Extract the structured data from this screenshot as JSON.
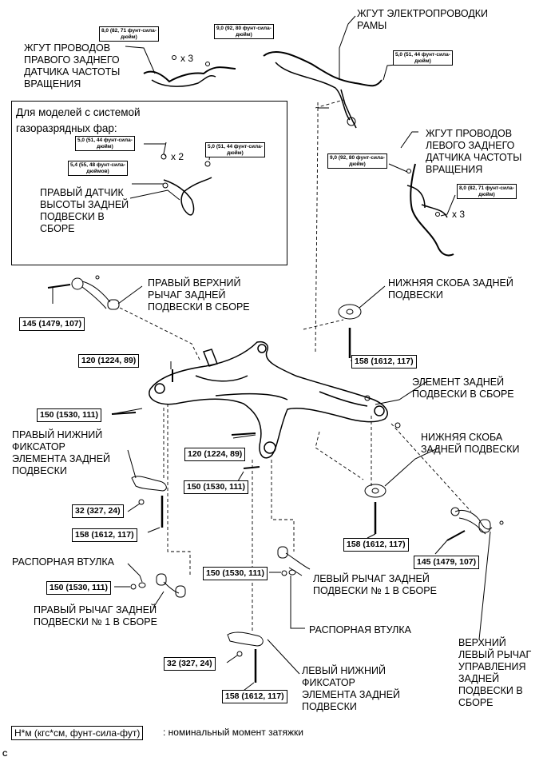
{
  "labels": {
    "frame_harness": "ЖГУТ ЭЛЕКТРОПРОВОДКИ\nРАМЫ",
    "right_speed_sensor_harness": "ЖГУТ ПРОВОДОВ\nПРАВОГО ЗАДНЕГО\nДАТЧИКА ЧАСТОТЫ\nВРАЩЕНИЯ",
    "left_speed_sensor_harness": "ЖГУТ ПРОВОДОВ\nЛЕВОГО ЗАДНЕГО\nДАТЧИКА ЧАСТОТЫ\nВРАЩЕНИЯ",
    "inset_title": "Для моделей с системой\nгазоразрядных фар:",
    "height_sensor": "ПРАВЫЙ ДАТЧИК\nВЫСОТЫ ЗАДНЕЙ\nПОДВЕСКИ В\nСБОРЕ",
    "right_upper_arm": "ПРАВЫЙ ВЕРХНИЙ\nРЫЧАГ ЗАДНЕЙ\nПОДВЕСКИ В СБОРЕ",
    "lower_bracket_1": "НИЖНЯЯ СКОБА ЗАДНЕЙ\nПОДВЕСКИ",
    "member": "ЭЛЕМЕНТ ЗАДНЕЙ\nПОДВЕСКИ В СБОРЕ",
    "lower_bracket_2": "НИЖНЯЯ СКОБА\nЗАДНЕЙ ПОДВЕСКИ",
    "right_lower_stopper": "ПРАВЫЙ НИЖНИЙ\nФИКСАТОР\nЭЛЕМЕНТА ЗАДНЕЙ\nПОДВЕСКИ",
    "spacer_1": "РАСПОРНАЯ ВТУЛКА",
    "right_arm_no1": "ПРАВЫЙ РЫЧАГ ЗАДНЕЙ\nПОДВЕСКИ № 1 В СБОРЕ",
    "left_arm_no1": "ЛЕВЫЙ РЫЧАГ ЗАДНЕЙ\nПОДВЕСКИ № 1 В СБОРЕ",
    "spacer_2": "РАСПОРНАЯ ВТУЛКА",
    "left_lower_stopper": "ЛЕВЫЙ НИЖНИЙ\nФИКСАТОР\nЭЛЕМЕНТА ЗАДНЕЙ\nПОДВЕСКИ",
    "left_upper_arm": "ВЕРХНИЙ\nЛЕВЫЙ РЫЧАГ\nУПРАВЛЕНИЯ\nЗАДНЕЙ\nПОДВЕСКИ В\nСБОРЕ"
  },
  "torques": {
    "t145_right": "145 (1479, 107)",
    "t120_top": "120 (1224, 89)",
    "t158_bracket1": "158 (1612, 117)",
    "t150_left": "150 (1530, 111)",
    "t120_mid": "120 (1224, 89)",
    "t150_mid": "150 (1530, 111)",
    "t32_right": "32 (327, 24)",
    "t158_right": "158 (1612, 117)",
    "t158_bracket2": "158 (1612, 117)",
    "t145_left": "145 (1479, 107)",
    "t150_arm_left": "150 (1530, 111)",
    "t150_arm_right": "150 (1530, 111)",
    "t32_left": "32 (327, 24)",
    "t158_left": "158 (1612, 117)"
  },
  "small_torques": {
    "s8_top": "8,0 (82, 71 фунт-сила-\nдюйм)",
    "s9_top": "9,0 (92, 80 фунт-сила-\nдюйм)",
    "s5_frame": "5,0 (51, 44 фунт-сила-\nдюйм)",
    "s5_inset_a": "5,0 (51, 44 фунт-сила-\nдюйм)",
    "s5_inset_b": "5,0 (51, 44 фунт-сила-\nдюйм)",
    "s54_inset": "5,4 (55, 48 фунт-сила-\nдюймов)",
    "s9_left": "9,0 (92, 80 фунт-сила-\nдюйм)",
    "s8_left": "8,0 (82, 71 фунт-сила-\nдюйм)"
  },
  "multipliers": {
    "x3_top": "x 3",
    "x2_inset": "x 2",
    "x3_left": "x 3"
  },
  "legend": {
    "unit": "Н*м (кгс*см, фунт-сила-фут)",
    "description": ": номинальный момент затяжки"
  },
  "figure_code": "C"
}
